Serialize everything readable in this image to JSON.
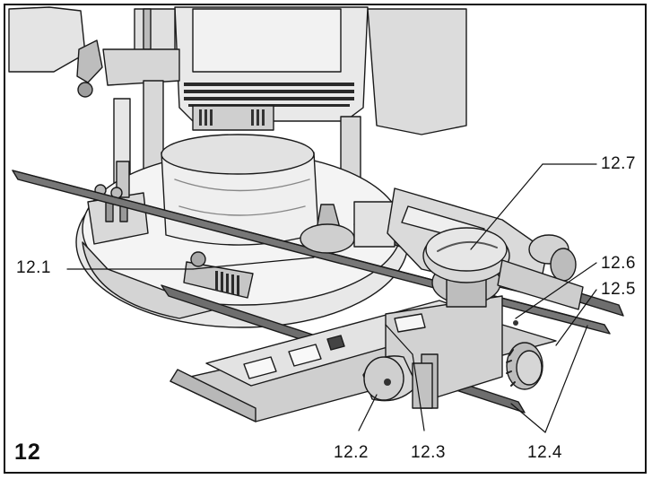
{
  "figure": {
    "number": "12"
  },
  "callouts": [
    {
      "id": "12.1",
      "text": "12.1"
    },
    {
      "id": "12.2",
      "text": "12.2"
    },
    {
      "id": "12.3",
      "text": "12.3"
    },
    {
      "id": "12.4",
      "text": "12.4"
    },
    {
      "id": "12.5",
      "text": "12.5"
    },
    {
      "id": "12.6",
      "text": "12.6"
    },
    {
      "id": "12.7",
      "text": "12.7"
    }
  ]
}
